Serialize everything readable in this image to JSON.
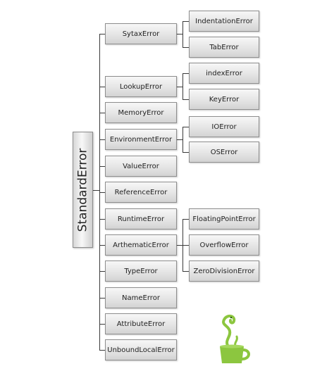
{
  "root": {
    "label": "StandardError"
  },
  "level1": [
    {
      "label": "SytaxError"
    },
    {
      "label": "LookupError"
    },
    {
      "label": "MemoryError"
    },
    {
      "label": "EnvironmentError"
    },
    {
      "label": "ValueError"
    },
    {
      "label": "ReferenceError"
    },
    {
      "label": "RuntimeError"
    },
    {
      "label": "ArthematicError"
    },
    {
      "label": "TypeError"
    },
    {
      "label": "NameError"
    },
    {
      "label": "AttributeError"
    },
    {
      "label": "UnboundLocalError"
    }
  ],
  "level2": {
    "sytax": [
      {
        "label": "IndentationError"
      },
      {
        "label": "TabError"
      }
    ],
    "lookup": [
      {
        "label": "indexError"
      },
      {
        "label": "KeyError"
      }
    ],
    "environment": [
      {
        "label": "IOError"
      },
      {
        "label": "OSError"
      }
    ],
    "arthematic": [
      {
        "label": "FloatingPointError"
      },
      {
        "label": "OverflowError"
      },
      {
        "label": "ZeroDivisionError"
      }
    ]
  },
  "colors": {
    "logo_green": "#8cc63f",
    "box_border": "#8e8e8e",
    "connector": "#3a3a3a"
  },
  "icons": {
    "logo": "green-mug-snake-logo-icon"
  }
}
